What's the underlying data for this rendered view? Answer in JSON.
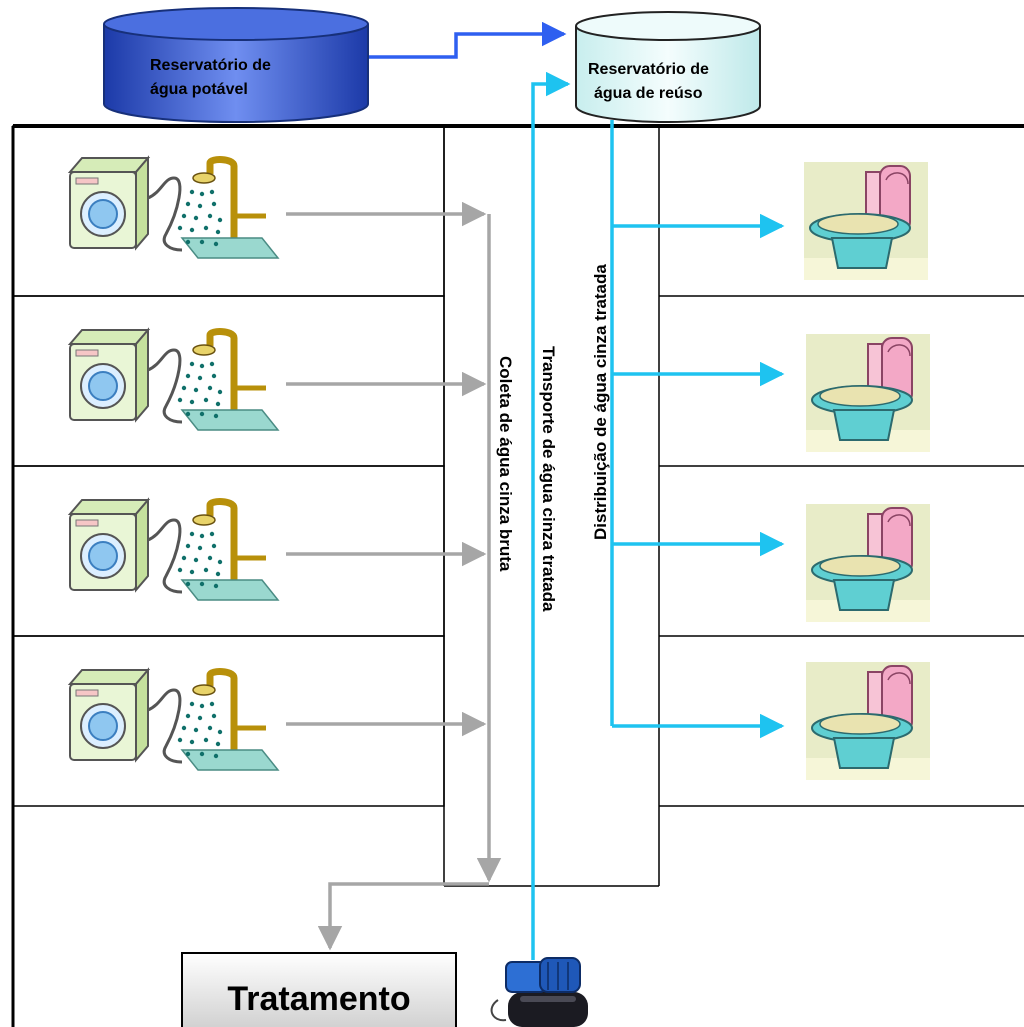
{
  "reservoirs": {
    "potable_line1": "Reservatório de",
    "potable_line2": "água potável",
    "reuse_line1": "Reservatório de",
    "reuse_line2": "água de reúso"
  },
  "pipes": {
    "raw_collection": "Coleta de água cinza bruta",
    "treated_transport": "Transporte de água cinza tratada",
    "treated_distribution": "Distribuição de água cinza tratada"
  },
  "treatment": {
    "label": "Tratamento"
  },
  "colors": {
    "raw_gray_water": "#a6a6a6",
    "treated_water": "#1ec3f0",
    "potable_water": "#2e5ff0",
    "potable_tank": "#3d63d8",
    "reuse_tank": "#e2f7f7",
    "structure": "#000000"
  },
  "icons": {
    "fixtures_left": "washing-machine-and-shower-icon",
    "fixtures_right": "toilet-icon",
    "pump": "water-pump-icon"
  }
}
